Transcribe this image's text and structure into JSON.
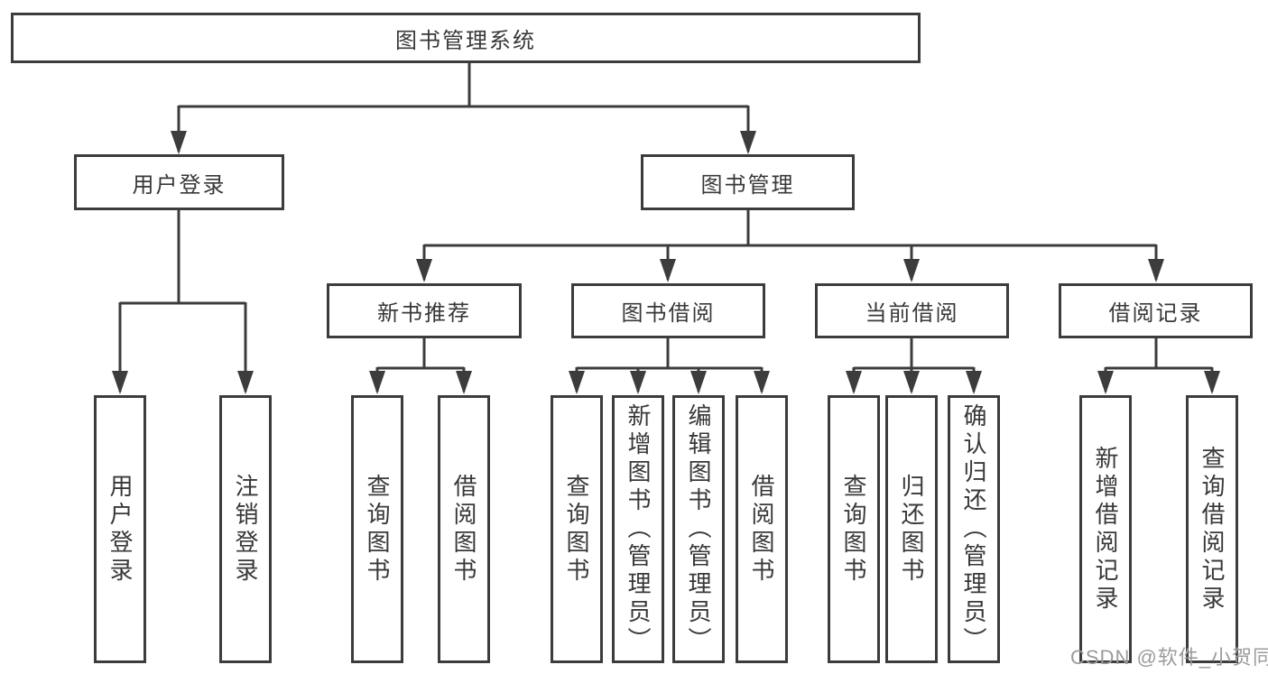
{
  "tree": {
    "root": "图书管理系统",
    "user_branch": {
      "label": "用户登录",
      "leaves": [
        "用户登录",
        "注销登录"
      ]
    },
    "book_branch": {
      "label": "图书管理",
      "sections": [
        {
          "label": "新书推荐",
          "leaves": [
            "查询图书",
            "借阅图书"
          ]
        },
        {
          "label": "图书借阅",
          "leaves": [
            "查询图书",
            "新增图书（管理员）",
            "编辑图书（管理员）",
            "借阅图书"
          ]
        },
        {
          "label": "当前借阅",
          "leaves": [
            "查询图书",
            "归还图书",
            "确认归还（管理员）"
          ]
        },
        {
          "label": "借阅记录",
          "leaves": [
            "新增借阅记录",
            "查询借阅记录"
          ]
        }
      ]
    }
  },
  "colors": {
    "line": "#3c3c3c",
    "text": "#383838",
    "watermark": "#9b9b9e"
  },
  "watermark": "CSDN @软件_小贺同学"
}
